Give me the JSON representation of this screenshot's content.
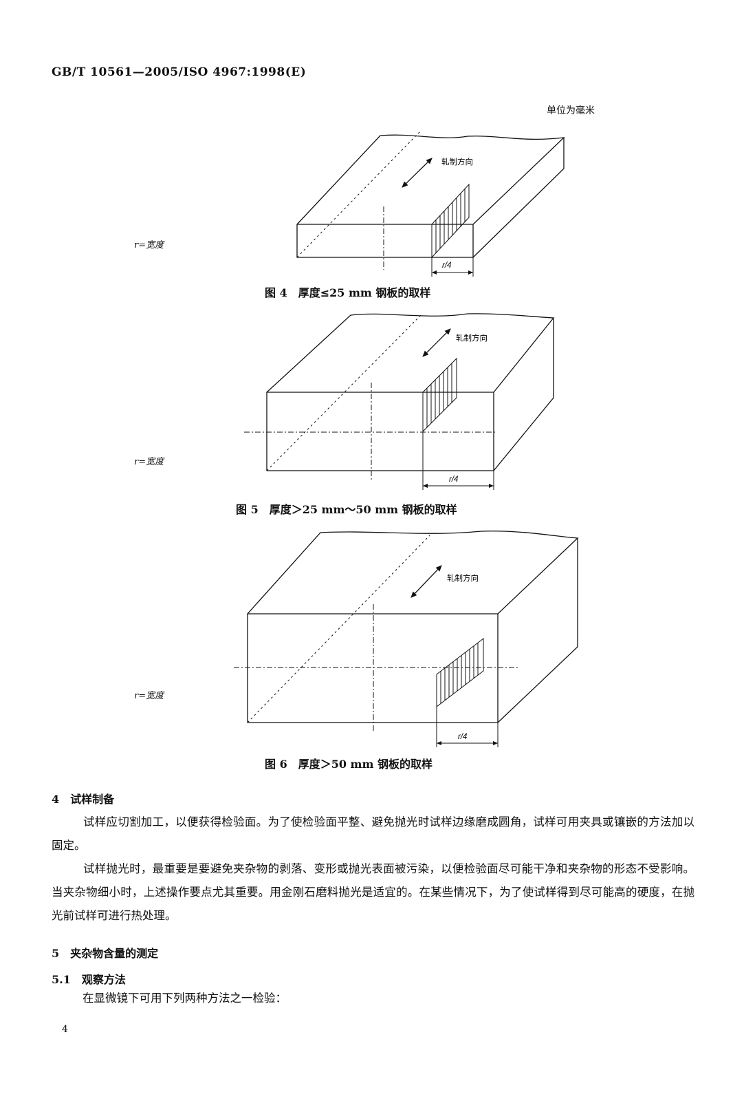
{
  "header": {
    "standard_code": "GB/T 10561—2005/ISO 4967:1998(E)"
  },
  "unit_note": "单位为毫米",
  "figures": [
    {
      "rolling_direction": "轧制方向",
      "r_label": "r=宽度",
      "dim_label": "r/4",
      "caption": "图 4　厚度≤25 mm 钢板的取样"
    },
    {
      "rolling_direction": "轧制方向",
      "r_label": "r=宽度",
      "dim_label": "r/4",
      "caption": "图 5　厚度＞25 mm～50 mm 钢板的取样"
    },
    {
      "rolling_direction": "轧制方向",
      "r_label": "r=宽度",
      "dim_label": "r/4",
      "caption": "图 6　厚度＞50 mm 钢板的取样"
    }
  ],
  "section4": {
    "heading": "4　试样制备",
    "paragraphs": [
      "试样应切割加工，以便获得检验面。为了使检验面平整、避免抛光时试样边缘磨成圆角，试样可用夹具或镶嵌的方法加以固定。",
      "试样抛光时，最重要是要避免夹杂物的剥落、变形或抛光表面被污染，以便检验面尽可能干净和夹杂物的形态不受影响。当夹杂物细小时，上述操作要点尤其重要。用金刚石磨料抛光是适宜的。在某些情况下，为了使试样得到尽可能高的硬度，在抛光前试样可进行热处理。"
    ]
  },
  "section5": {
    "heading": "5　夹杂物含量的测定",
    "sub_heading": "5.1　观察方法",
    "sub_text": "在显微镜下可用下列两种方法之一检验："
  },
  "page_number": "4"
}
